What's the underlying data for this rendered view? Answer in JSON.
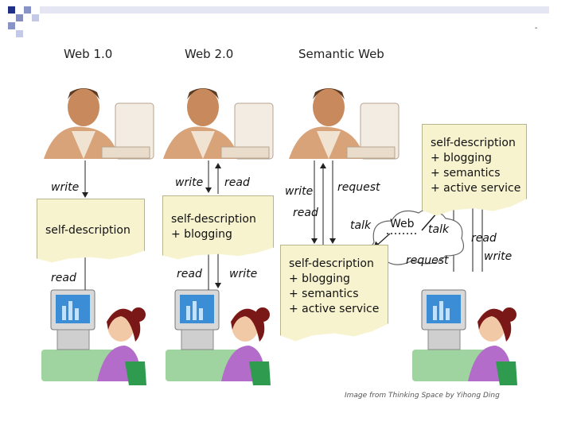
{
  "columns": {
    "web1": "Web 1.0",
    "web2": "Web 2.0",
    "semantic": "Semantic Web"
  },
  "web1": {
    "doc": [
      "self-description"
    ],
    "label_write": "write",
    "label_read": "read"
  },
  "web2": {
    "doc": [
      "self-description",
      "+ blogging"
    ],
    "label_write_top": "write",
    "label_read_top": "read",
    "label_read_bottom": "read",
    "label_write_bottom": "write"
  },
  "semantic": {
    "doc_center": [
      "self-description",
      "+ blogging",
      "+ semantics",
      "+ active service"
    ],
    "doc_right": [
      "self-description",
      "+ blogging",
      "+ semantics",
      "+ active service"
    ],
    "label_write": "write",
    "label_request_top": "request",
    "label_read": "read",
    "label_talk_left": "talk",
    "label_talk_right": "talk",
    "cloud": "Web",
    "label_request_bottom": "request",
    "label_read_right": "read",
    "label_write_right": "write"
  },
  "credit": "Image from Thinking Space by Yihong Ding",
  "corner_mark": "-",
  "colors": {
    "doc_fill": "#f7f3cf",
    "deco_blue": "#1f2f86",
    "shirt": "#b36cc9",
    "hair": "#7a1818",
    "skin_man": "#c88a5c"
  }
}
